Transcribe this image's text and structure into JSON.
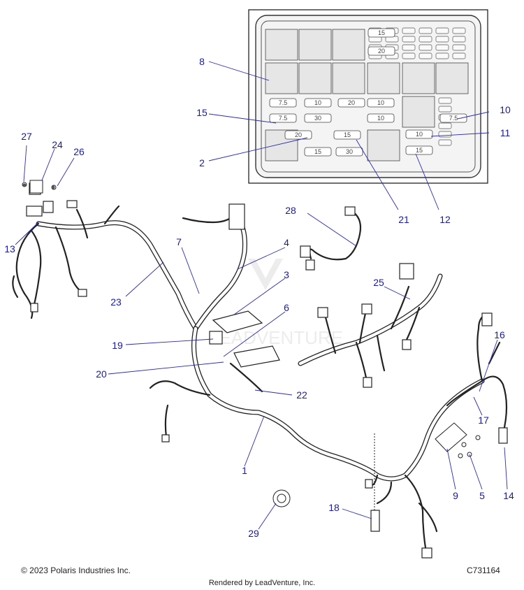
{
  "callouts": [
    {
      "num": "27"
    },
    {
      "num": "24"
    },
    {
      "num": "26"
    },
    {
      "num": "13"
    },
    {
      "num": "8"
    },
    {
      "num": "15"
    },
    {
      "num": "2"
    },
    {
      "num": "10"
    },
    {
      "num": "11"
    },
    {
      "num": "21"
    },
    {
      "num": "12"
    },
    {
      "num": "28"
    },
    {
      "num": "7"
    },
    {
      "num": "4"
    },
    {
      "num": "3"
    },
    {
      "num": "23"
    },
    {
      "num": "6"
    },
    {
      "num": "19"
    },
    {
      "num": "25"
    },
    {
      "num": "20"
    },
    {
      "num": "22"
    },
    {
      "num": "16"
    },
    {
      "num": "17"
    },
    {
      "num": "1"
    },
    {
      "num": "9"
    },
    {
      "num": "5"
    },
    {
      "num": "14"
    },
    {
      "num": "18"
    },
    {
      "num": "29"
    }
  ],
  "fusebox": {
    "fuse_ratings": [
      "15",
      "20",
      "7.5",
      "10",
      "20",
      "10",
      "7.5",
      "30",
      "10",
      "7.5",
      "20",
      "15",
      "15",
      "30",
      "10",
      "15"
    ]
  },
  "watermark": "LEADVENTURE",
  "footer": {
    "copyright": "© 2023 Polaris Industries Inc.",
    "diagram_code": "C731164",
    "rendered_by": "Rendered by LeadVenture, Inc."
  }
}
